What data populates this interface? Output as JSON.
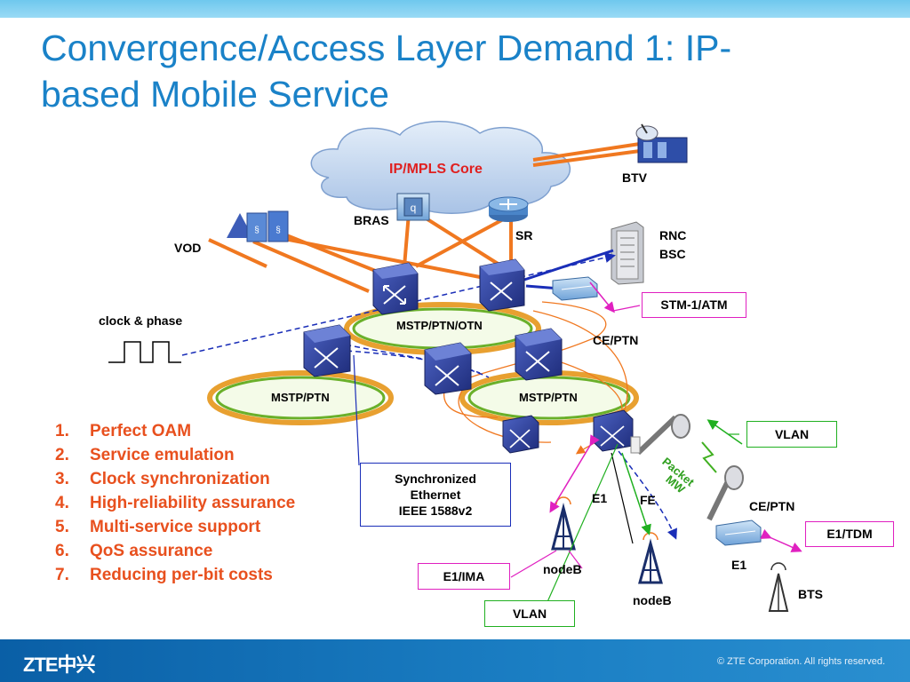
{
  "title": {
    "line1": "Convergence/Access Layer Demand 1: IP-",
    "line2": "based Mobile Service"
  },
  "diagram": {
    "core_cloud": "IP/MPLS Core",
    "btv": "BTV",
    "bras": "BRAS",
    "sr": "SR",
    "vod": "VOD",
    "rnc": "RNC",
    "bsc": "BSC",
    "stm_box": "STM-1/ATM",
    "clock_phase": "clock & phase",
    "mstp_otn": "MSTP/PTN/OTN",
    "ce_ptn_top": "CE/PTN",
    "mstp_ptn_left": "MSTP/PTN",
    "mstp_ptn_right": "MSTP/PTN",
    "vlan_right": "VLAN",
    "packet_mw_line1": "Packet",
    "packet_mw_line2": "MW",
    "sync_line1": "Synchronized",
    "sync_line2": "Ethernet",
    "sync_line3": "IEEE 1588v2",
    "e1_left": "E1",
    "fe": "FE",
    "ce_ptn_bottom": "CE/PTN",
    "e1_tdm_box": "E1/TDM",
    "e1_bottom": "E1",
    "bts": "BTS",
    "nodeb_left": "nodeB",
    "nodeb_right": "nodeB",
    "e1_ima_box": "E1/IMA",
    "vlan_bottom_box": "VLAN"
  },
  "features": [
    {
      "num": "1.",
      "text": "Perfect OAM"
    },
    {
      "num": "2.",
      "text": "Service emulation"
    },
    {
      "num": "3.",
      "text": "Clock synchronization"
    },
    {
      "num": "4.",
      "text": "High-reliability assurance"
    },
    {
      "num": "5.",
      "text": "Multi-service support"
    },
    {
      "num": "6.",
      "text": "QoS assurance"
    },
    {
      "num": "7.",
      "text": "Reducing per-bit costs"
    }
  ],
  "footer": {
    "logo": "ZTE中兴",
    "copyright": "© ZTE Corporation. All rights reserved."
  },
  "colors": {
    "title_blue": "#1a82c8",
    "list_orange": "#e8501e",
    "link_orange": "#f07820",
    "sync_blue": "#1a2eb8",
    "magenta": "#e020c0",
    "green": "#20b020",
    "switch_blue": "#2a3f9a"
  }
}
